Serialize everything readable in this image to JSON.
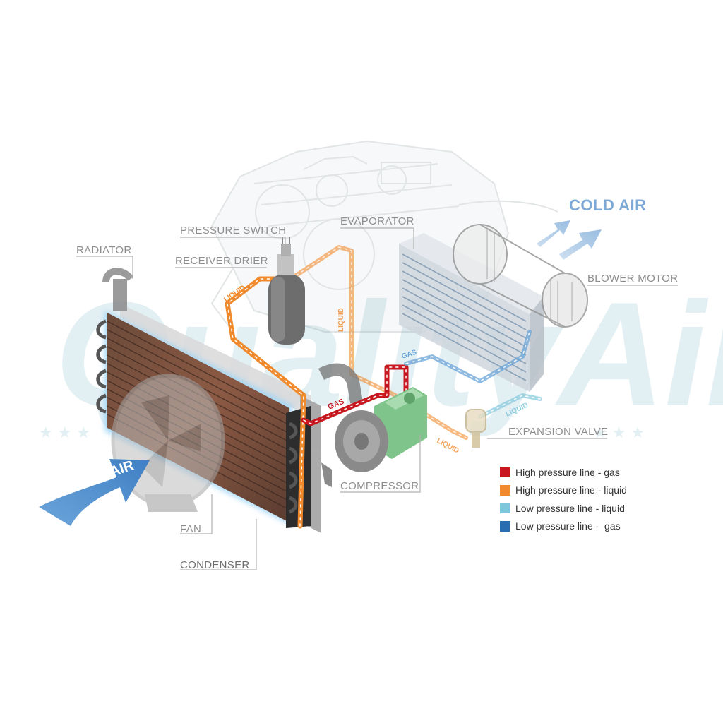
{
  "labels": {
    "radiator": "RADIATOR",
    "pressure_switch": "PRESSURE SWITCH",
    "receiver_drier": "RECEIVER DRIER",
    "evaporator": "EVAPORATOR",
    "blower_motor": "BLOWER MOTOR",
    "expansion_valve": "EXPANSION VALVE",
    "compressor": "COMPRESSOR",
    "fan": "FAN",
    "condenser": "CONDENSER"
  },
  "flow_labels": {
    "cold_air": "COLD AIR",
    "air": "AIR",
    "liquid": "LIQUID",
    "gas": "GAS"
  },
  "watermark": "QualityAir",
  "legend": [
    {
      "label": "High pressure line - gas",
      "color": "#c8171e"
    },
    {
      "label": "High pressure line - liquid",
      "color": "#f08a2c"
    },
    {
      "label": "Low pressure line - liquid",
      "color": "#7dc6dc"
    },
    {
      "label": "Low pressure line -  gas",
      "color": "#2a6eb2"
    }
  ],
  "colors": {
    "high_gas": "#c8171e",
    "high_liquid": "#f08a2c",
    "low_liquid": "#7dc6dc",
    "low_gas": "#2a6eb2",
    "air_arrow": "#4a8fd0",
    "compressor": "#7fc48a"
  }
}
